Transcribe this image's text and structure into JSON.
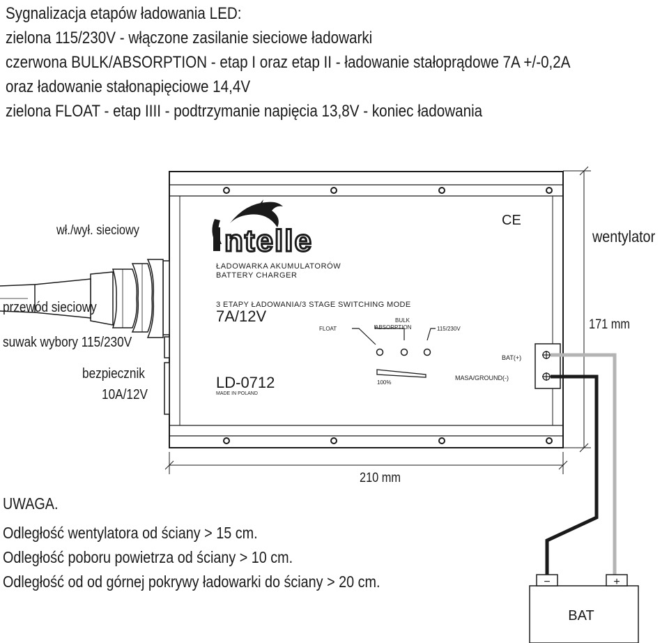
{
  "header": {
    "lines": [
      "Sygnalizacja etapów ładowania LED:",
      "zielona 115/230V - włączone zasilanie sieciowe ładowarki",
      "czerwona BULK/ABSORPTION - etap I oraz etap II - ładowanie stałoprądowe 7A +/-0,2A",
      "oraz ładowanie stałonapięciowe 14,4V",
      "zielona FLOAT - etap IIII - podtrzymanie napięcia 13,8V - koniec ładowania"
    ]
  },
  "labels": {
    "power_switch": "wł./wył. sieciowy",
    "power_cord": "przewód sieciowy",
    "voltage_slider": "suwak wybory 115/230V",
    "fuse_line1": "bezpiecznik",
    "fuse_line2": "10A/12V",
    "fan": "wentylator",
    "height": "171 mm",
    "width": "210 mm"
  },
  "device": {
    "brand": "ntelle",
    "subtitle_pl": "ŁADOWARKA AKUMULATORÓW",
    "subtitle_en": "BATTERY CHARGER",
    "ce_mark": "CE",
    "mode_text": "3 ETAPY ŁADOWANIA/3 STAGE SWITCHING MODE",
    "rating": "7A/12V",
    "led_float": "FLOAT",
    "led_bulk": "BULK",
    "led_absorption": "ABSORPTION",
    "led_mains": "115/230V",
    "percent": "100%",
    "model": "LD-0712",
    "made_in": "MADE IN POLAND",
    "bat_plus": "BAT(+)",
    "ground": "MASA/GROUND(-)"
  },
  "battery": {
    "label": "BAT",
    "minus": "−",
    "plus": "+"
  },
  "notes": {
    "title": "UWAGA.",
    "lines": [
      "Odległość wentylatora od ściany > 15 cm.",
      "Odległość poboru powietrza od ściany > 10 cm.",
      "Odległość od od górnej pokrywy ładowarki do ściany > 20 cm."
    ]
  },
  "colors": {
    "line": "#1a1a1a",
    "gray_wire": "#b4b4b4",
    "black_wire": "#1a1a1a"
  }
}
